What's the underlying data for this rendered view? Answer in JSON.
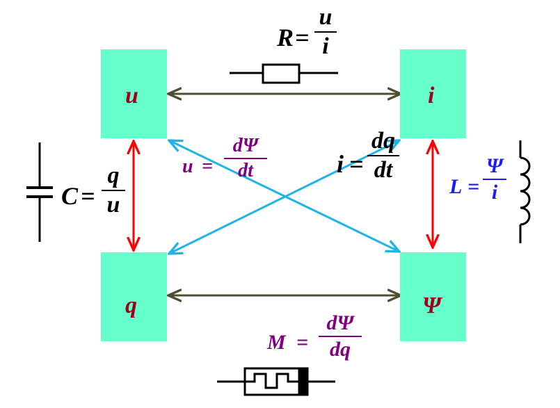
{
  "quantities": {
    "u": "u",
    "i": "i",
    "q": "q",
    "psi": "Ψ"
  },
  "resistor": {
    "symbol": "R",
    "eq": "=",
    "num": "u",
    "den": "i"
  },
  "capacitor": {
    "symbol": "C",
    "eq": "=",
    "num": "q",
    "den": "u"
  },
  "inductor": {
    "symbol": "L",
    "eq": "=",
    "num": "Ψ",
    "den": "i"
  },
  "memristor": {
    "symbol": "M",
    "eq": "=",
    "num": "dΨ",
    "den": "dq"
  },
  "faraday": {
    "lhs": "u",
    "eq": "=",
    "num": "dΨ",
    "den": "dt"
  },
  "current": {
    "lhs": "i",
    "eq": "=",
    "num": "dq",
    "den": "dt"
  },
  "colors": {
    "box": "#66ffcc",
    "box_label": "#a0001c",
    "memristor_text": "#800080",
    "inductor_text": "#1a1aff",
    "black_text": "#000000",
    "horizontal_arrow": "#4d4d33",
    "vertical_arrow": "#ff0000",
    "diagonal_arrow": "#1fb4e6"
  },
  "icons": [
    "resistor-icon",
    "capacitor-icon",
    "inductor-icon",
    "memristor-icon"
  ]
}
